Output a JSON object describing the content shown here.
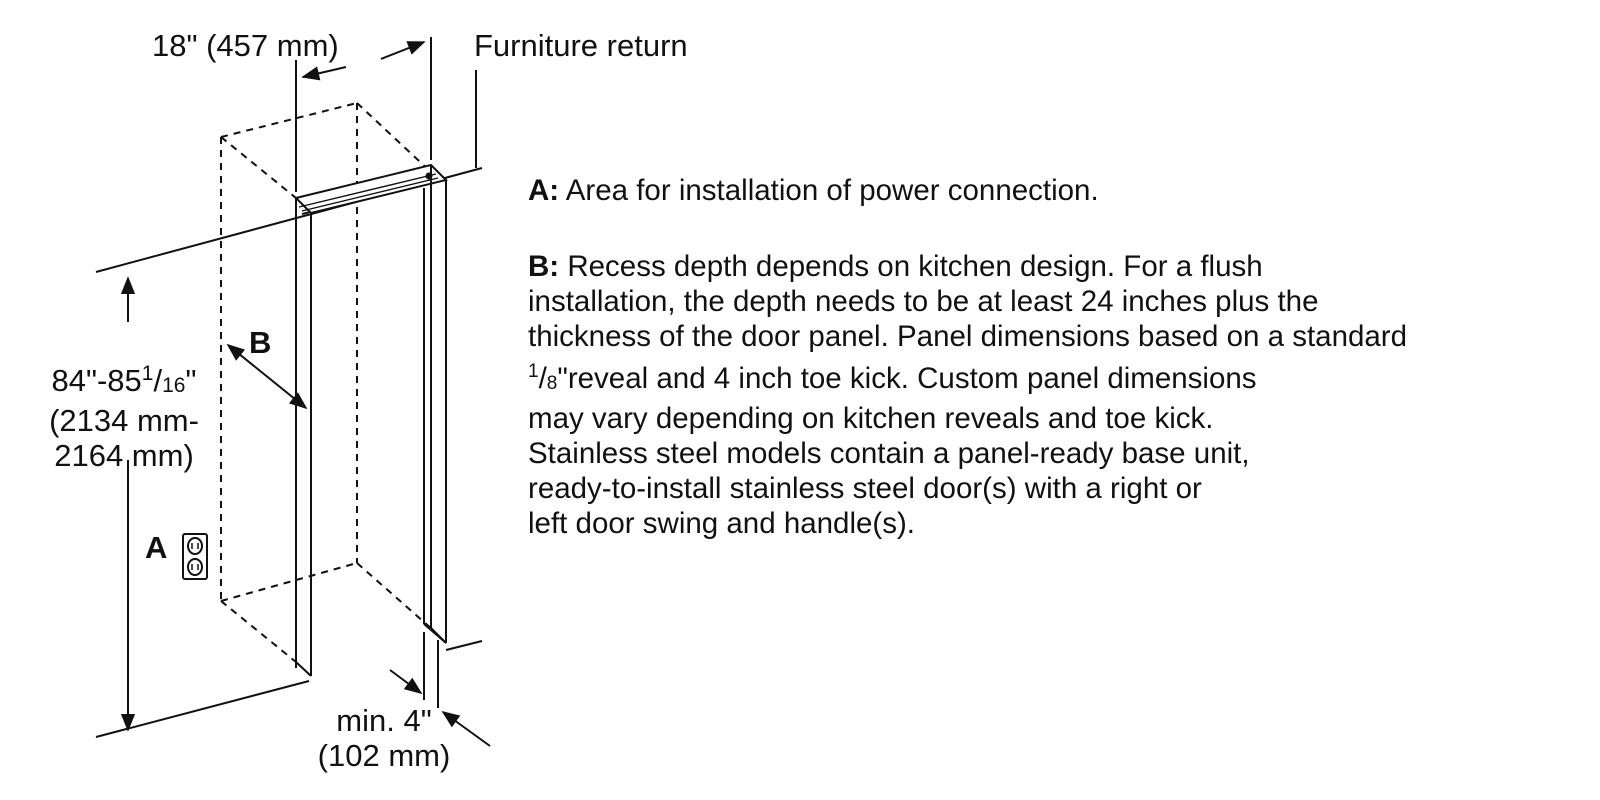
{
  "labels": {
    "top_width": "18\" (457 mm)",
    "furniture_return": "Furniture return",
    "height_main": "84\"-85",
    "height_frac_num": "1",
    "height_frac_sep": "/",
    "height_frac_den": "16",
    "height_close": "\"",
    "height_mm_line1": "(2134 mm-",
    "height_mm_line2": "2164 mm)",
    "letter_b": "B",
    "letter_a": "A",
    "min_depth_line1": "min. 4\"",
    "min_depth_line2": "(102 mm)"
  },
  "notes": {
    "a_key": "A:",
    "a_text": " Area for installation of power connection.",
    "b_key": "B:",
    "b_line1": " Recess depth depends on kitchen design. For a flush",
    "b_line2": "installation, the depth needs to be at least 24 inches plus the",
    "b_line3": "thickness of the door panel. Panel dimensions based on a standard",
    "b_frac_num": "1",
    "b_frac_sep": "/",
    "b_frac_den": "8",
    "b_line4": "\"reveal and 4 inch toe kick. Custom panel dimensions",
    "b_line5": "may vary depending on kitchen reveals and toe kick.",
    "b_line6": "Stainless steel models contain a panel-ready base unit,",
    "b_line7": "ready-to-install stainless steel door(s) with a right or",
    "b_line8": "left door swing and handle(s)."
  },
  "icons": {
    "outlet": "power-outlet-icon"
  },
  "colors": {
    "line": "#111111",
    "background": "#ffffff"
  }
}
